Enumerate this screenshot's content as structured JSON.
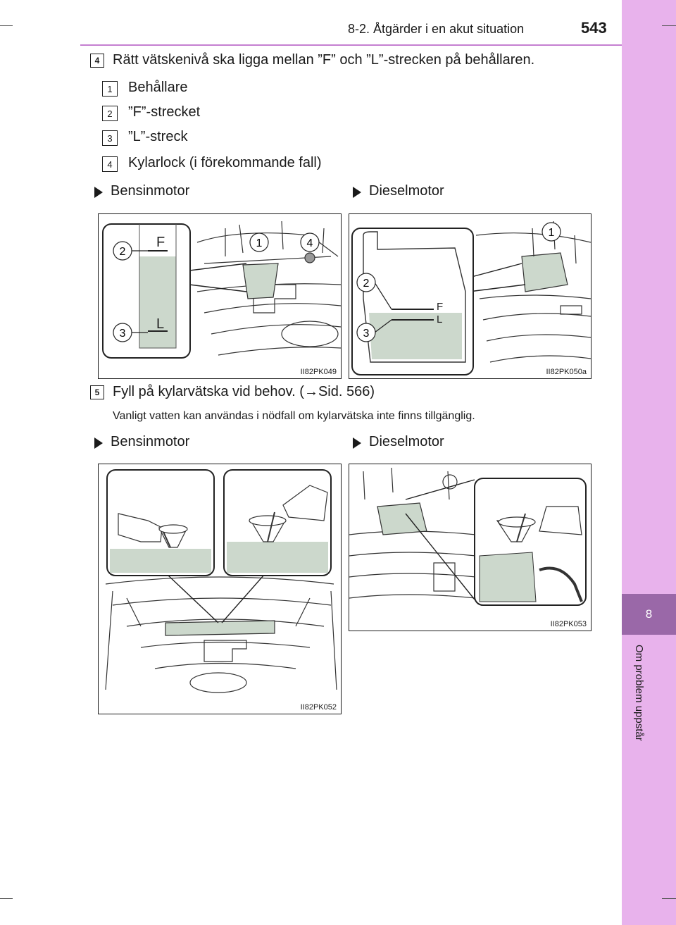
{
  "header": {
    "section": "8-2. Åtgärder i en akut situation",
    "page_number": "543"
  },
  "side_tab": {
    "chapter": "8",
    "label": "Om problem uppstår",
    "color": "#e8b2ec",
    "chapter_color": "#9a68a8"
  },
  "step4": {
    "number": "4",
    "text": "Rätt vätskenivå ska ligga mellan ”F” och ”L”-strecken på behållaren.",
    "items": [
      {
        "num": "1",
        "label": "Behållare"
      },
      {
        "num": "2",
        "label": "”F”-strecket"
      },
      {
        "num": "3",
        "label": "”L”-streck"
      },
      {
        "num": "4",
        "label": "Kylarlock (i förekommande fall)"
      }
    ],
    "variant_left": "Bensinmotor",
    "variant_right": "Dieselmotor",
    "fig_left_code": "II82PK049",
    "fig_right_code": "II82PK050a"
  },
  "step5": {
    "number": "5",
    "text": "Fyll på kylarvätska vid behov. (→Sid. 566)",
    "note": "Vanligt vatten kan användas i nödfall om kylarvätska inte finns tillgänglig.",
    "variant_left": "Bensinmotor",
    "variant_right": "Dieselmotor",
    "fig_left_code": "II82PK052",
    "fig_right_code": "II82PK053"
  },
  "diagram_labels": {
    "F": "F",
    "L": "L",
    "c1": "1",
    "c2": "2",
    "c3": "3",
    "c4": "4"
  }
}
